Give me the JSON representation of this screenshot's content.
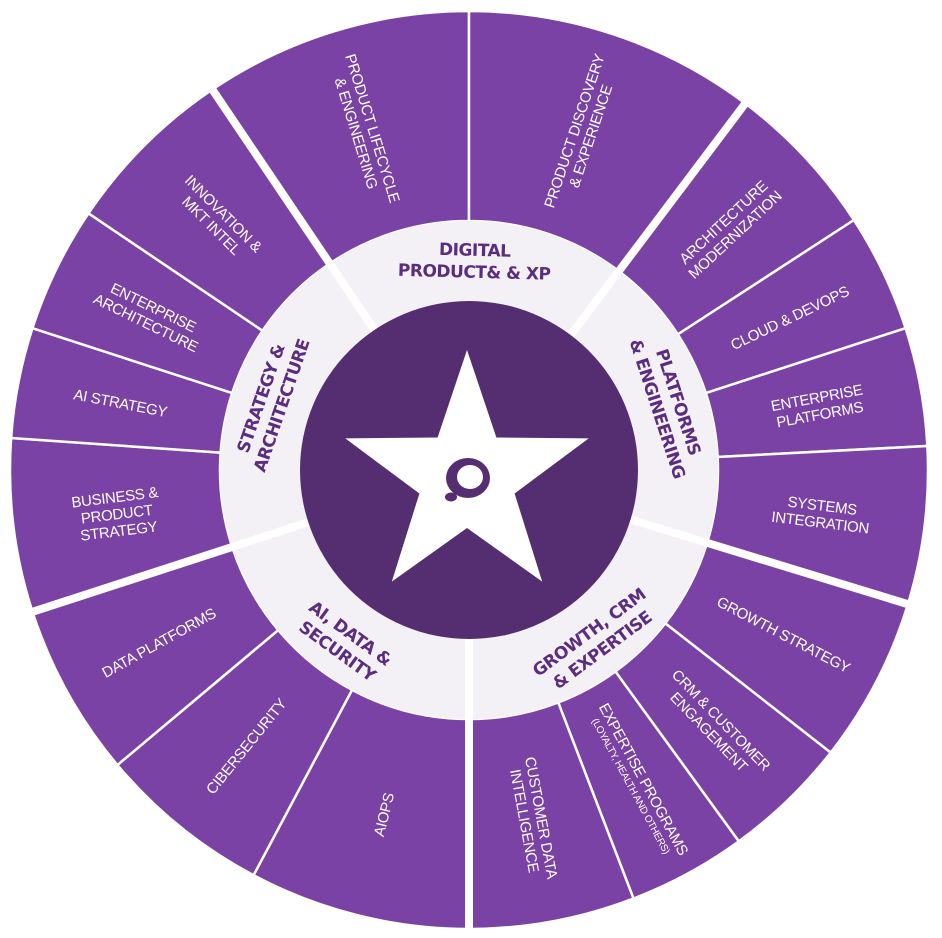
{
  "colors": {
    "segment": "#7b42a6",
    "ring": "#f3f0f6",
    "center": "#552e72",
    "group_text": "#5b2d7e",
    "star": "#ffffff"
  },
  "center_icon": "star-logo-icon",
  "groups": [
    {
      "label": [
        "DIGITAL",
        "PRODUCT& & XP"
      ],
      "segments": [
        {
          "label": [
            "PRODUCT LIFECYCLE",
            "& ENGINEERING"
          ]
        },
        {
          "label": [
            "PRODUCT DISCOVERY",
            "& EXPERIENCE"
          ]
        }
      ]
    },
    {
      "label": [
        "PLATFORMS",
        "& ENGINEERING"
      ],
      "segments": [
        {
          "label": [
            "ARCHITECTURE",
            "MODERNIZATION"
          ]
        },
        {
          "label": [
            "CLOUD & DEVOPS"
          ]
        },
        {
          "label": [
            "ENTERPRISE",
            "PLATFORMS"
          ]
        },
        {
          "label": [
            "SYSTEMS",
            "INTEGRATION"
          ]
        }
      ]
    },
    {
      "label": [
        "GROWTH, CRM",
        "& EXPERTISE"
      ],
      "segments": [
        {
          "label": [
            "GROWTH STRATEGY"
          ]
        },
        {
          "label": [
            "CRM & CUSTOMER",
            "ENGAGEMENT"
          ]
        },
        {
          "label": [
            "EXPERTISE PROGRAMS"
          ],
          "sub": "(LOYALTY, HEALTH AND OTHERS)"
        },
        {
          "label": [
            "CUSTOMER DATA",
            "INTELLIGENCE"
          ]
        }
      ]
    },
    {
      "label": [
        "AI, DATA &",
        "SECURITY"
      ],
      "segments": [
        {
          "label": [
            "AIOPS"
          ]
        },
        {
          "label": [
            "CIBERSECURITY"
          ]
        },
        {
          "label": [
            "DATA PLATFORMS"
          ]
        }
      ]
    },
    {
      "label": [
        "STRATEGY &",
        "ARCHITECTURE"
      ],
      "segments": [
        {
          "label": [
            "BUSINESS &",
            "PRODUCT",
            "STRATEGY"
          ]
        },
        {
          "label": [
            "AI STRATEGY"
          ]
        },
        {
          "label": [
            "ENTERPRISE",
            "ARCHITECTURE"
          ]
        },
        {
          "label": [
            "INNOVATION &",
            "MKT INTEL"
          ]
        }
      ]
    }
  ]
}
